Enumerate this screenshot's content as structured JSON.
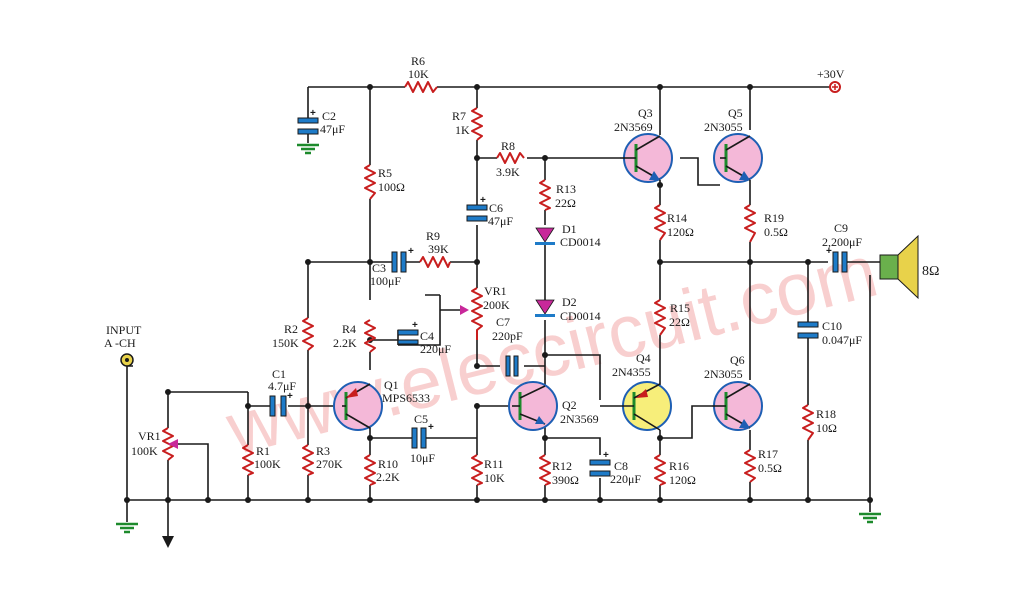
{
  "supply": "+30V",
  "input_label": [
    "INPUT",
    "A -CH"
  ],
  "speaker": "8Ω",
  "watermark": "www.eleccircuit.com",
  "parts": {
    "R1": [
      "R1",
      "100K"
    ],
    "R2": [
      "R2",
      "150K"
    ],
    "R3": [
      "R3",
      "270K"
    ],
    "R4": [
      "R4",
      "2.2K"
    ],
    "R5": [
      "R5",
      "100Ω"
    ],
    "R6": [
      "R6",
      "10K"
    ],
    "R7": [
      "R7",
      "1K"
    ],
    "R8": [
      "R8",
      "3.9K"
    ],
    "R9": [
      "R9",
      "39K"
    ],
    "R10": [
      "R10",
      "2.2K"
    ],
    "R11": [
      "R11",
      "10K"
    ],
    "R12": [
      "R12",
      "390Ω"
    ],
    "R13": [
      "R13",
      "22Ω"
    ],
    "R14": [
      "R14",
      "120Ω"
    ],
    "R15": [
      "R15",
      "22Ω"
    ],
    "R16": [
      "R16",
      "120Ω"
    ],
    "R17": [
      "R17",
      "0.5Ω"
    ],
    "R18": [
      "R18",
      "10Ω"
    ],
    "R19": [
      "R19",
      "0.5Ω"
    ],
    "C1": [
      "C1",
      "4.7μF"
    ],
    "C2": [
      "C2",
      "47μF"
    ],
    "C3": [
      "C3",
      "100μF"
    ],
    "C4": [
      "C4",
      "220μF"
    ],
    "C5": [
      "C5",
      "10μF"
    ],
    "C6": [
      "C6",
      "47μF"
    ],
    "C7": [
      "C7",
      "220pF"
    ],
    "C8": [
      "C8",
      "220μF"
    ],
    "C9": [
      "C9",
      "2,200μF"
    ],
    "C10": [
      "C10",
      "0.047μF"
    ],
    "VR1a": [
      "VR1",
      "100K"
    ],
    "VR1b": [
      "VR1",
      "200K"
    ],
    "D1": [
      "D1",
      "CD0014"
    ],
    "D2": [
      "D2",
      "CD0014"
    ],
    "Q1": [
      "Q1",
      "MPS6533"
    ],
    "Q2": [
      "Q2",
      "2N3569"
    ],
    "Q3": [
      "Q3",
      "2N3569"
    ],
    "Q4": [
      "Q4",
      "2N4355"
    ],
    "Q5": [
      "Q5",
      "2N3055"
    ],
    "Q6": [
      "Q6",
      "2N3055"
    ]
  },
  "colors": {
    "transistor_npn": "#f4b8d8",
    "transistor_pnp": "#f7ee7a",
    "capacitor": "#1e7bc8",
    "resistor": "#c81e1e",
    "diode": "#c8289a",
    "ground": "#1d8a2c",
    "speaker_cone": "#e8d24a",
    "speaker_magnet": "#6ab04c"
  }
}
